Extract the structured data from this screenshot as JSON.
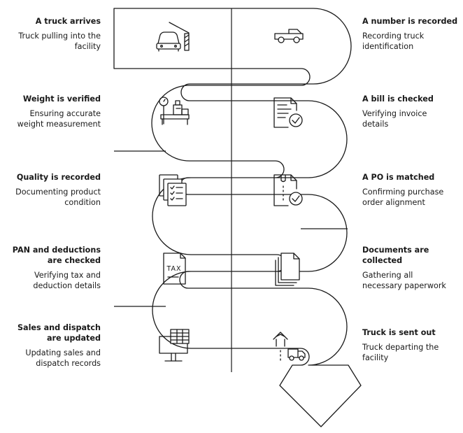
{
  "steps": [
    {
      "title": [
        "A truck arrives"
      ],
      "desc": [
        "Truck pulling into the",
        "facility"
      ],
      "icon": "truck-barrier-icon"
    },
    {
      "title": [
        "A number is recorded"
      ],
      "desc": [
        "Recording truck",
        "identification"
      ],
      "icon": "pickup-truck-icon"
    },
    {
      "title": [
        "Weight is verified"
      ],
      "desc": [
        "Ensuring accurate",
        "weight measurement"
      ],
      "icon": "weighing-scale-icon"
    },
    {
      "title": [
        "A bill is checked"
      ],
      "desc": [
        "Verifying invoice",
        "details"
      ],
      "icon": "invoice-check-icon"
    },
    {
      "title": [
        "Quality is recorded"
      ],
      "desc": [
        "Documenting product",
        "condition"
      ],
      "icon": "checklist-icon"
    },
    {
      "title": [
        "A PO is matched"
      ],
      "desc": [
        "Confirming purchase",
        "order alignment"
      ],
      "icon": "purchase-order-check-icon"
    },
    {
      "title": [
        "PAN and deductions",
        "are checked"
      ],
      "desc": [
        "Verifying tax and",
        "deduction details"
      ],
      "icon": "tax-document-icon"
    },
    {
      "title": [
        "Documents are",
        "collected"
      ],
      "desc": [
        "Gathering all",
        "necessary paperwork"
      ],
      "icon": "documents-stack-icon"
    },
    {
      "title": [
        "Sales and dispatch",
        "are updated"
      ],
      "desc": [
        "Updating sales and",
        "dispatch records"
      ],
      "icon": "computer-spreadsheet-icon"
    },
    {
      "title": [
        "Truck is sent out"
      ],
      "desc": [
        "Truck departing the",
        "facility"
      ],
      "icon": "truck-departing-icon"
    }
  ],
  "icon_text": {
    "tax": "TAX"
  },
  "colors": {
    "stroke": "#1a1a1a",
    "background": "#ffffff"
  }
}
